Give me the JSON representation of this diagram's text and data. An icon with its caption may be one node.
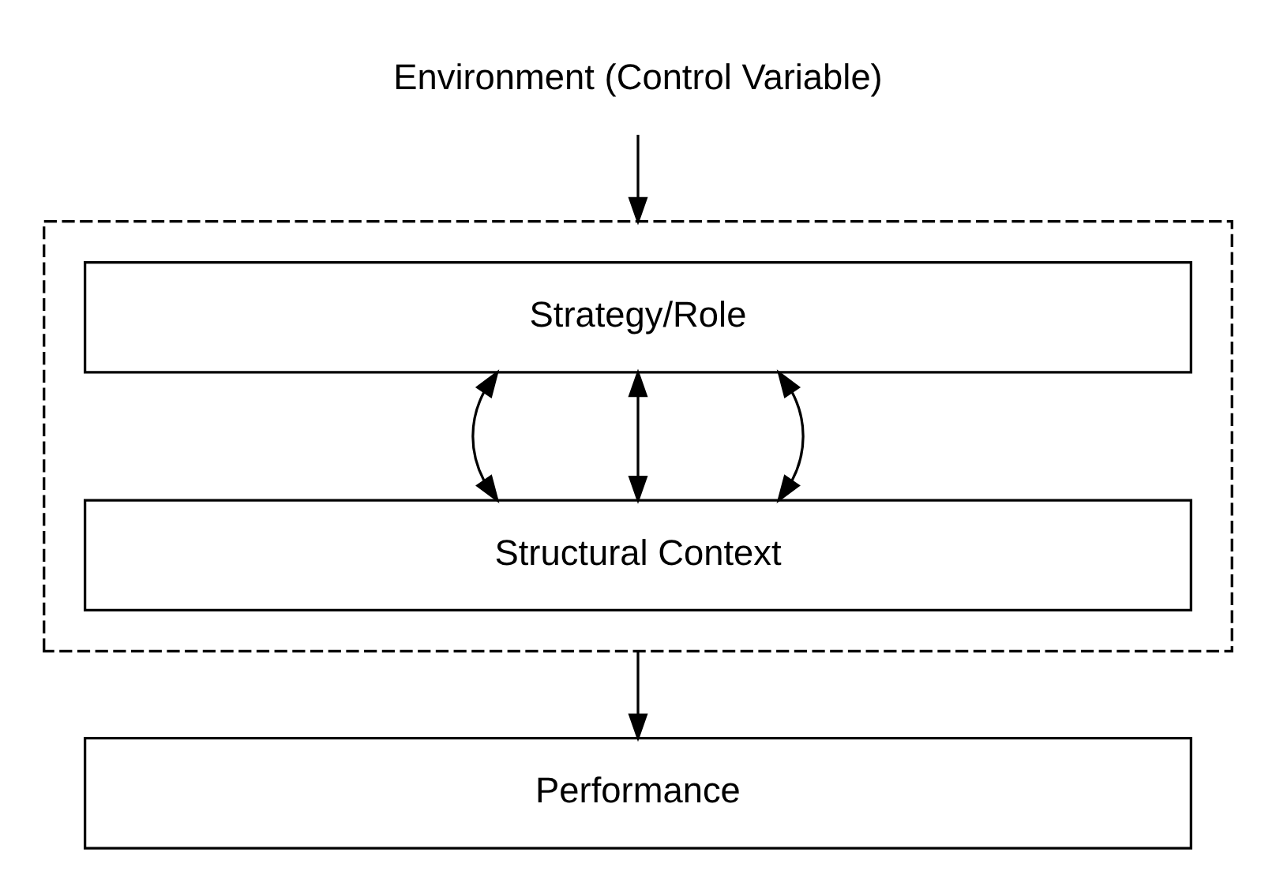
{
  "diagram": {
    "nodes": [
      {
        "text": [
          "Environment (Control Variable)"
        ]
      },
      {
        "text": [],
        "shape": "box"
      },
      {
        "text": [
          "Strategy/Role"
        ],
        "in": 1
      },
      {
        "text": [
          "Structural Context"
        ],
        "in": 1
      },
      {
        "text": [
          "Performance"
        ]
      }
    ],
    "edges": [
      {
        "from": 0,
        "to": 1,
        "arrow": "to"
      },
      {
        "from": 2,
        "to": 3,
        "arrow": "both"
      },
      {
        "from": 2,
        "to": 3,
        "arrow": "both"
      },
      {
        "from": 2,
        "to": 3,
        "arrow": "both"
      },
      {
        "from": 1,
        "to": 4,
        "arrow": "to"
      }
    ]
  }
}
